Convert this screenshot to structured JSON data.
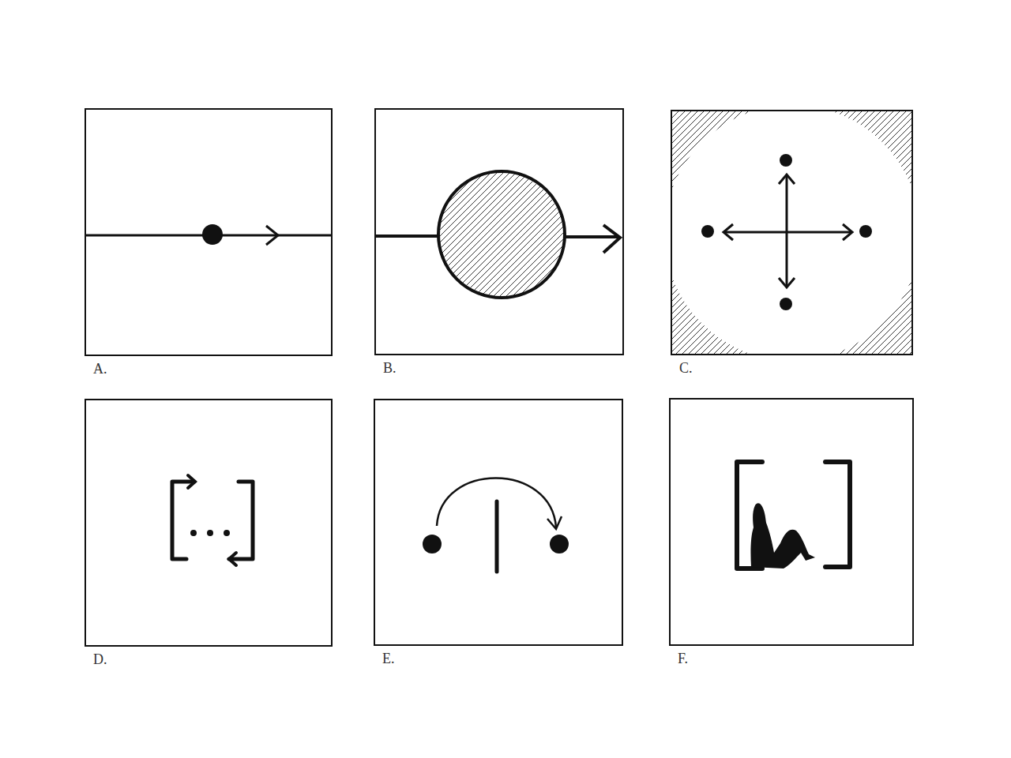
{
  "diagram": {
    "nodes": [
      {
        "text": [
          "A."
        ]
      },
      {
        "text": [
          "B."
        ]
      },
      {
        "text": [
          "C."
        ]
      },
      {
        "text": [
          "D."
        ]
      },
      {
        "text": [
          "E."
        ]
      },
      {
        "text": [
          "F."
        ]
      }
    ]
  }
}
